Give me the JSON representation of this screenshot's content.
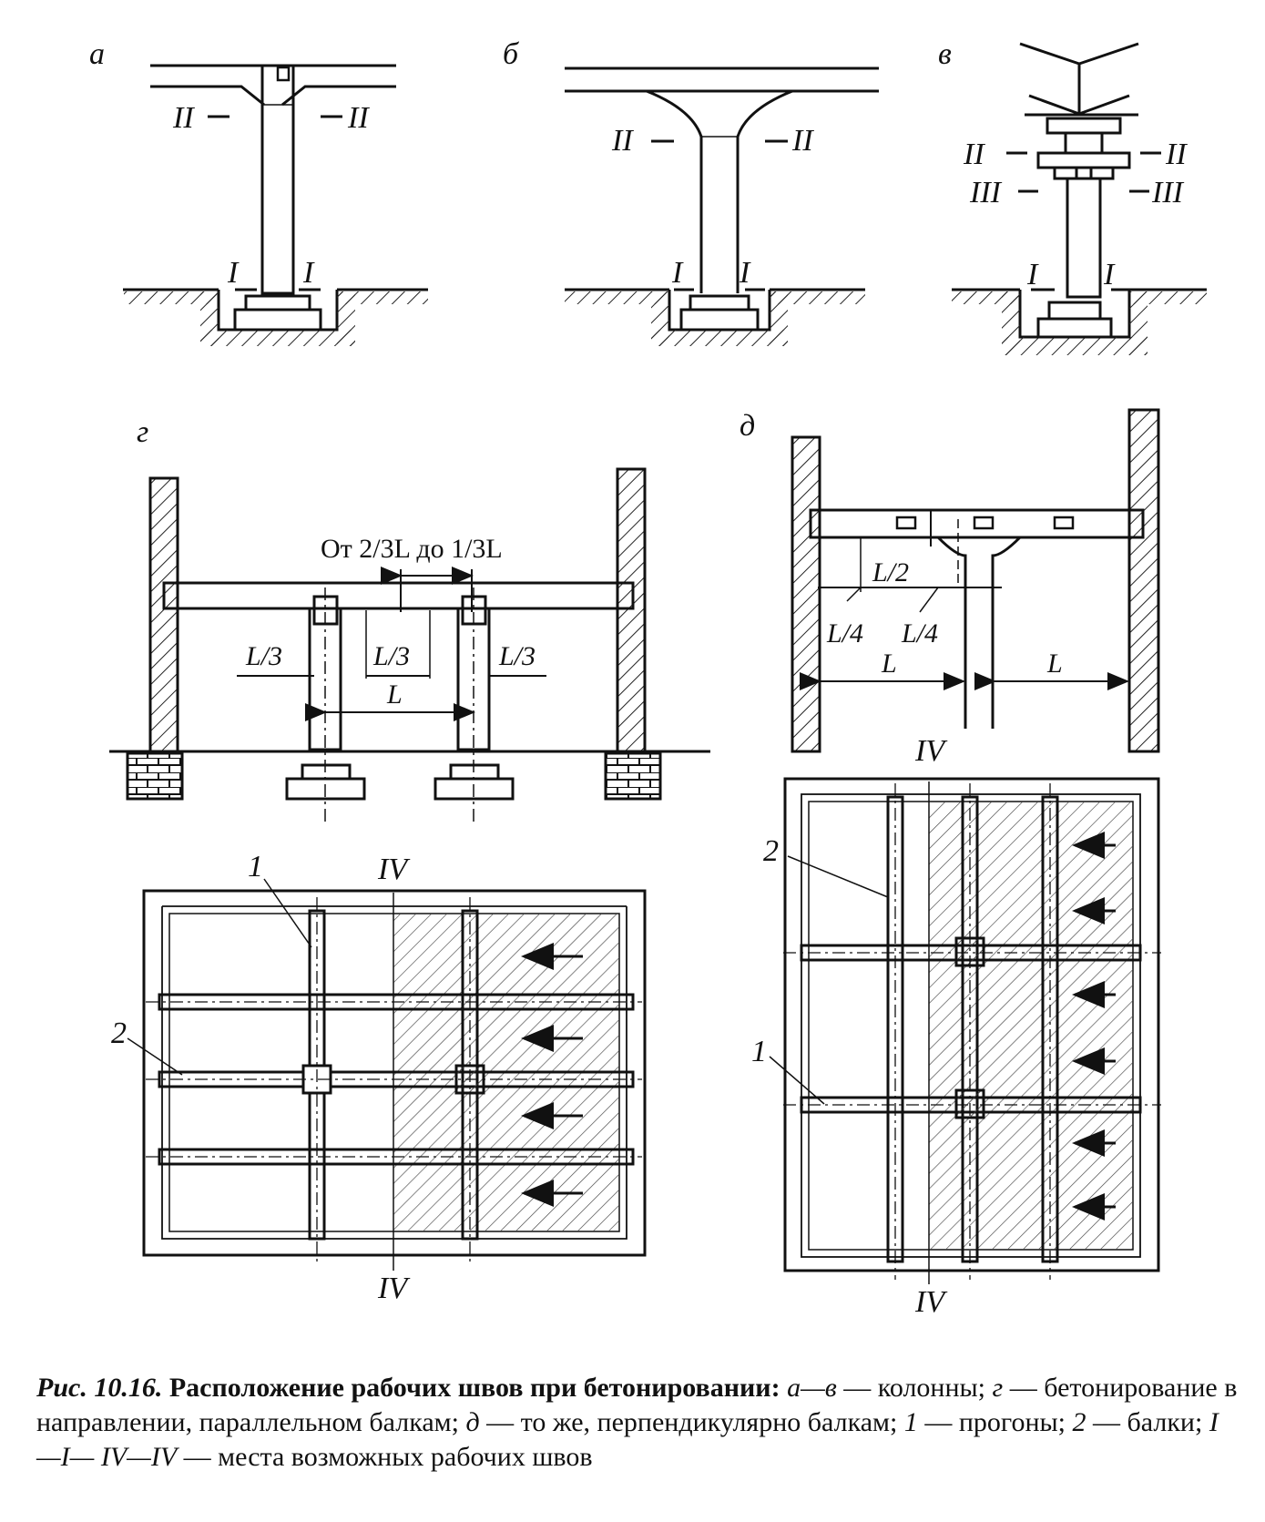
{
  "panels": {
    "a": "а",
    "b": "б",
    "v": "в",
    "g": "г",
    "d": "д"
  },
  "sections": {
    "I": "I",
    "II": "II",
    "III": "III",
    "IV": "IV"
  },
  "dimensions": {
    "range": "От 2/3L до 1/3L",
    "third": "L/3",
    "half": "L/2",
    "quarter": "L/4",
    "span": "L"
  },
  "markers": {
    "one": "1",
    "two": "2"
  },
  "caption": {
    "figure": "Рис. 10.16.",
    "title": "Расположение рабочих швов при бетонировании:",
    "p1": "а—в",
    "t1": "— колонны;",
    "p2": "г",
    "t2": "— бетонирование в направлении, параллельном балкам;",
    "p3": "д",
    "t3": "— то же, перпендикулярно балкам;",
    "p4": "1",
    "t4": "— прогоны;",
    "p5": "2",
    "t5": "— балки;",
    "p6": "I—I— IV—IV",
    "t6": "— места возможных рабочих швов"
  }
}
